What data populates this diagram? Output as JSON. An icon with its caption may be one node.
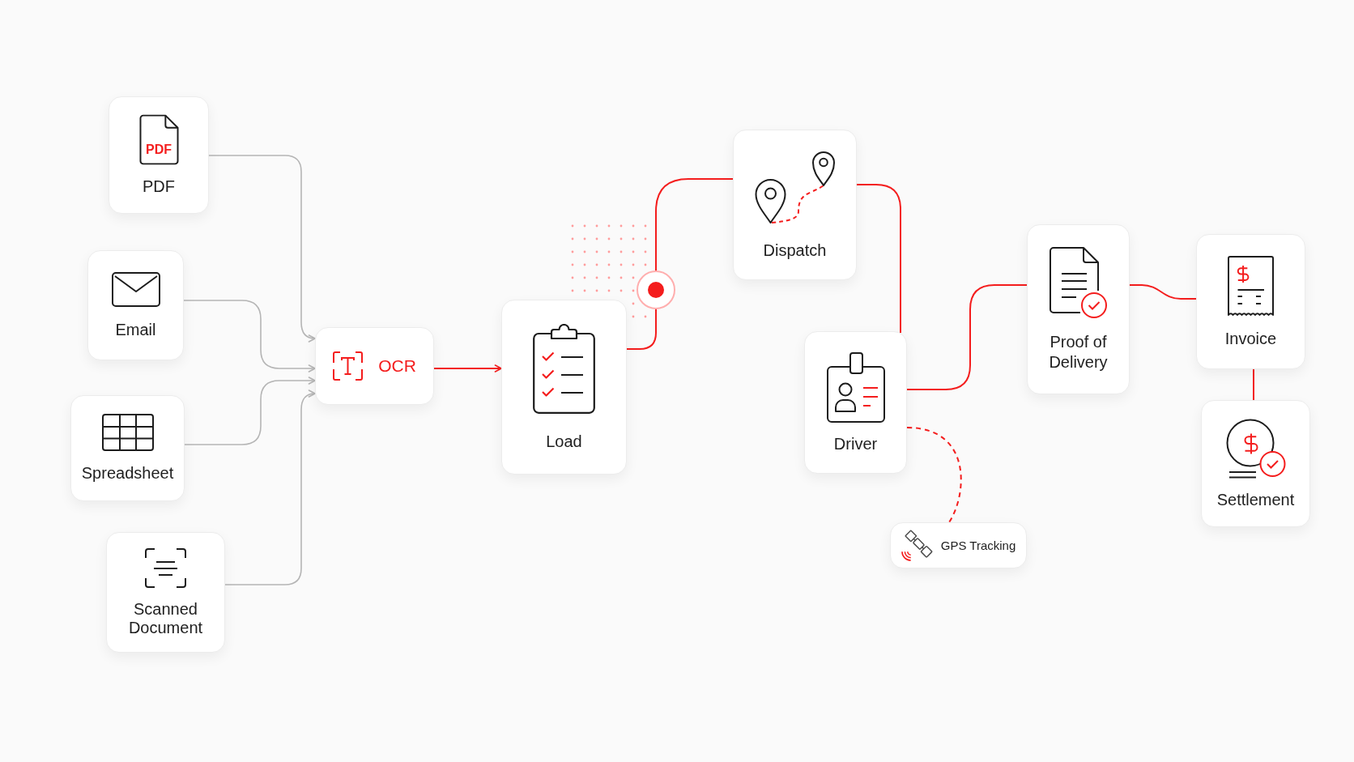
{
  "diagram": {
    "nodes": [
      {
        "text": [
          "PDF",
          "PDF"
        ]
      },
      {
        "text": [
          "Email"
        ]
      },
      {
        "text": [
          "Spreadsheet"
        ]
      },
      {
        "text": [
          "Scanned Document"
        ]
      },
      {
        "text": [
          "OCR"
        ]
      },
      {
        "text": [
          "Load"
        ]
      },
      {
        "text": [
          "Dispatch"
        ]
      },
      {
        "text": [
          "Driver"
        ]
      },
      {
        "text": [
          "GPS Tracking"
        ]
      },
      {
        "text": [
          "Proof of Delivery"
        ]
      },
      {
        "text": [
          "Invoice"
        ]
      },
      {
        "text": [
          "Settlement"
        ]
      }
    ],
    "edges": [
      {
        "from": 0,
        "to": 4,
        "arrow": "to",
        "color": "#b5b5b5"
      },
      {
        "from": 1,
        "to": 4,
        "arrow": "to",
        "color": "#b5b5b5"
      },
      {
        "from": 2,
        "to": 4,
        "arrow": "to",
        "color": "#b5b5b5"
      },
      {
        "from": 3,
        "to": 4,
        "arrow": "to",
        "color": "#b5b5b5"
      },
      {
        "from": 4,
        "to": 5,
        "arrow": "to"
      },
      {
        "from": 5,
        "to": 6,
        "arrow": "none"
      },
      {
        "from": 6,
        "to": 7,
        "arrow": "none"
      },
      {
        "from": 7,
        "to": 9,
        "arrow": "none"
      },
      {
        "from": 7,
        "to": 8,
        "arrow": "none",
        "style": "dashed"
      },
      {
        "from": 9,
        "to": 10,
        "arrow": "none"
      },
      {
        "from": 10,
        "to": 11,
        "arrow": "none"
      }
    ]
  }
}
